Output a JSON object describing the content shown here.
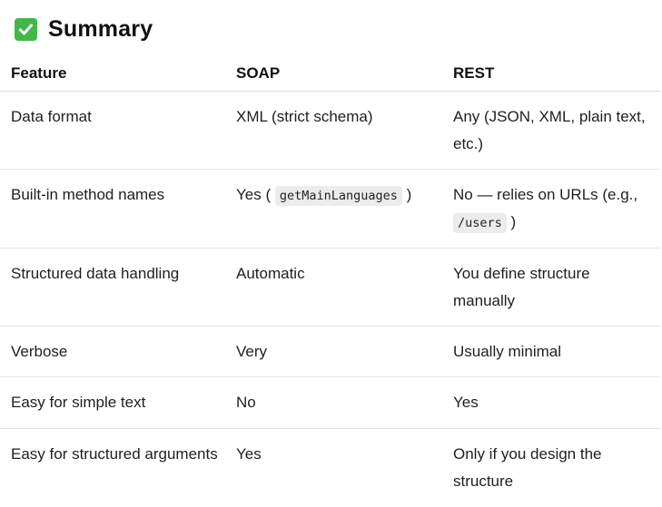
{
  "heading": {
    "icon": "check-mark-button-icon",
    "title": "Summary"
  },
  "table": {
    "headers": [
      "Feature",
      "SOAP",
      "REST"
    ],
    "rows": [
      {
        "feature": "Data format",
        "soap": "XML (strict schema)",
        "rest": "Any (JSON, XML, plain text, etc.)"
      },
      {
        "feature": "Built-in method names",
        "soap_prefix": "Yes (",
        "soap_code": "getMainLanguages",
        "soap_suffix": ")",
        "rest_prefix": "No — relies on URLs (e.g.,",
        "rest_code": "/users",
        "rest_suffix": ")"
      },
      {
        "feature": "Structured data handling",
        "soap": "Automatic",
        "rest": "You define structure manually"
      },
      {
        "feature": "Verbose",
        "soap": "Very",
        "rest": "Usually minimal"
      },
      {
        "feature": "Easy for simple text",
        "soap": "No",
        "rest": "Yes"
      },
      {
        "feature": "Easy for structured arguments",
        "soap": "Yes",
        "rest": "Only if you design the structure"
      }
    ]
  },
  "colors": {
    "check_icon": "#43b649",
    "divider": "#e6e6e6",
    "code_background": "#ececec"
  }
}
